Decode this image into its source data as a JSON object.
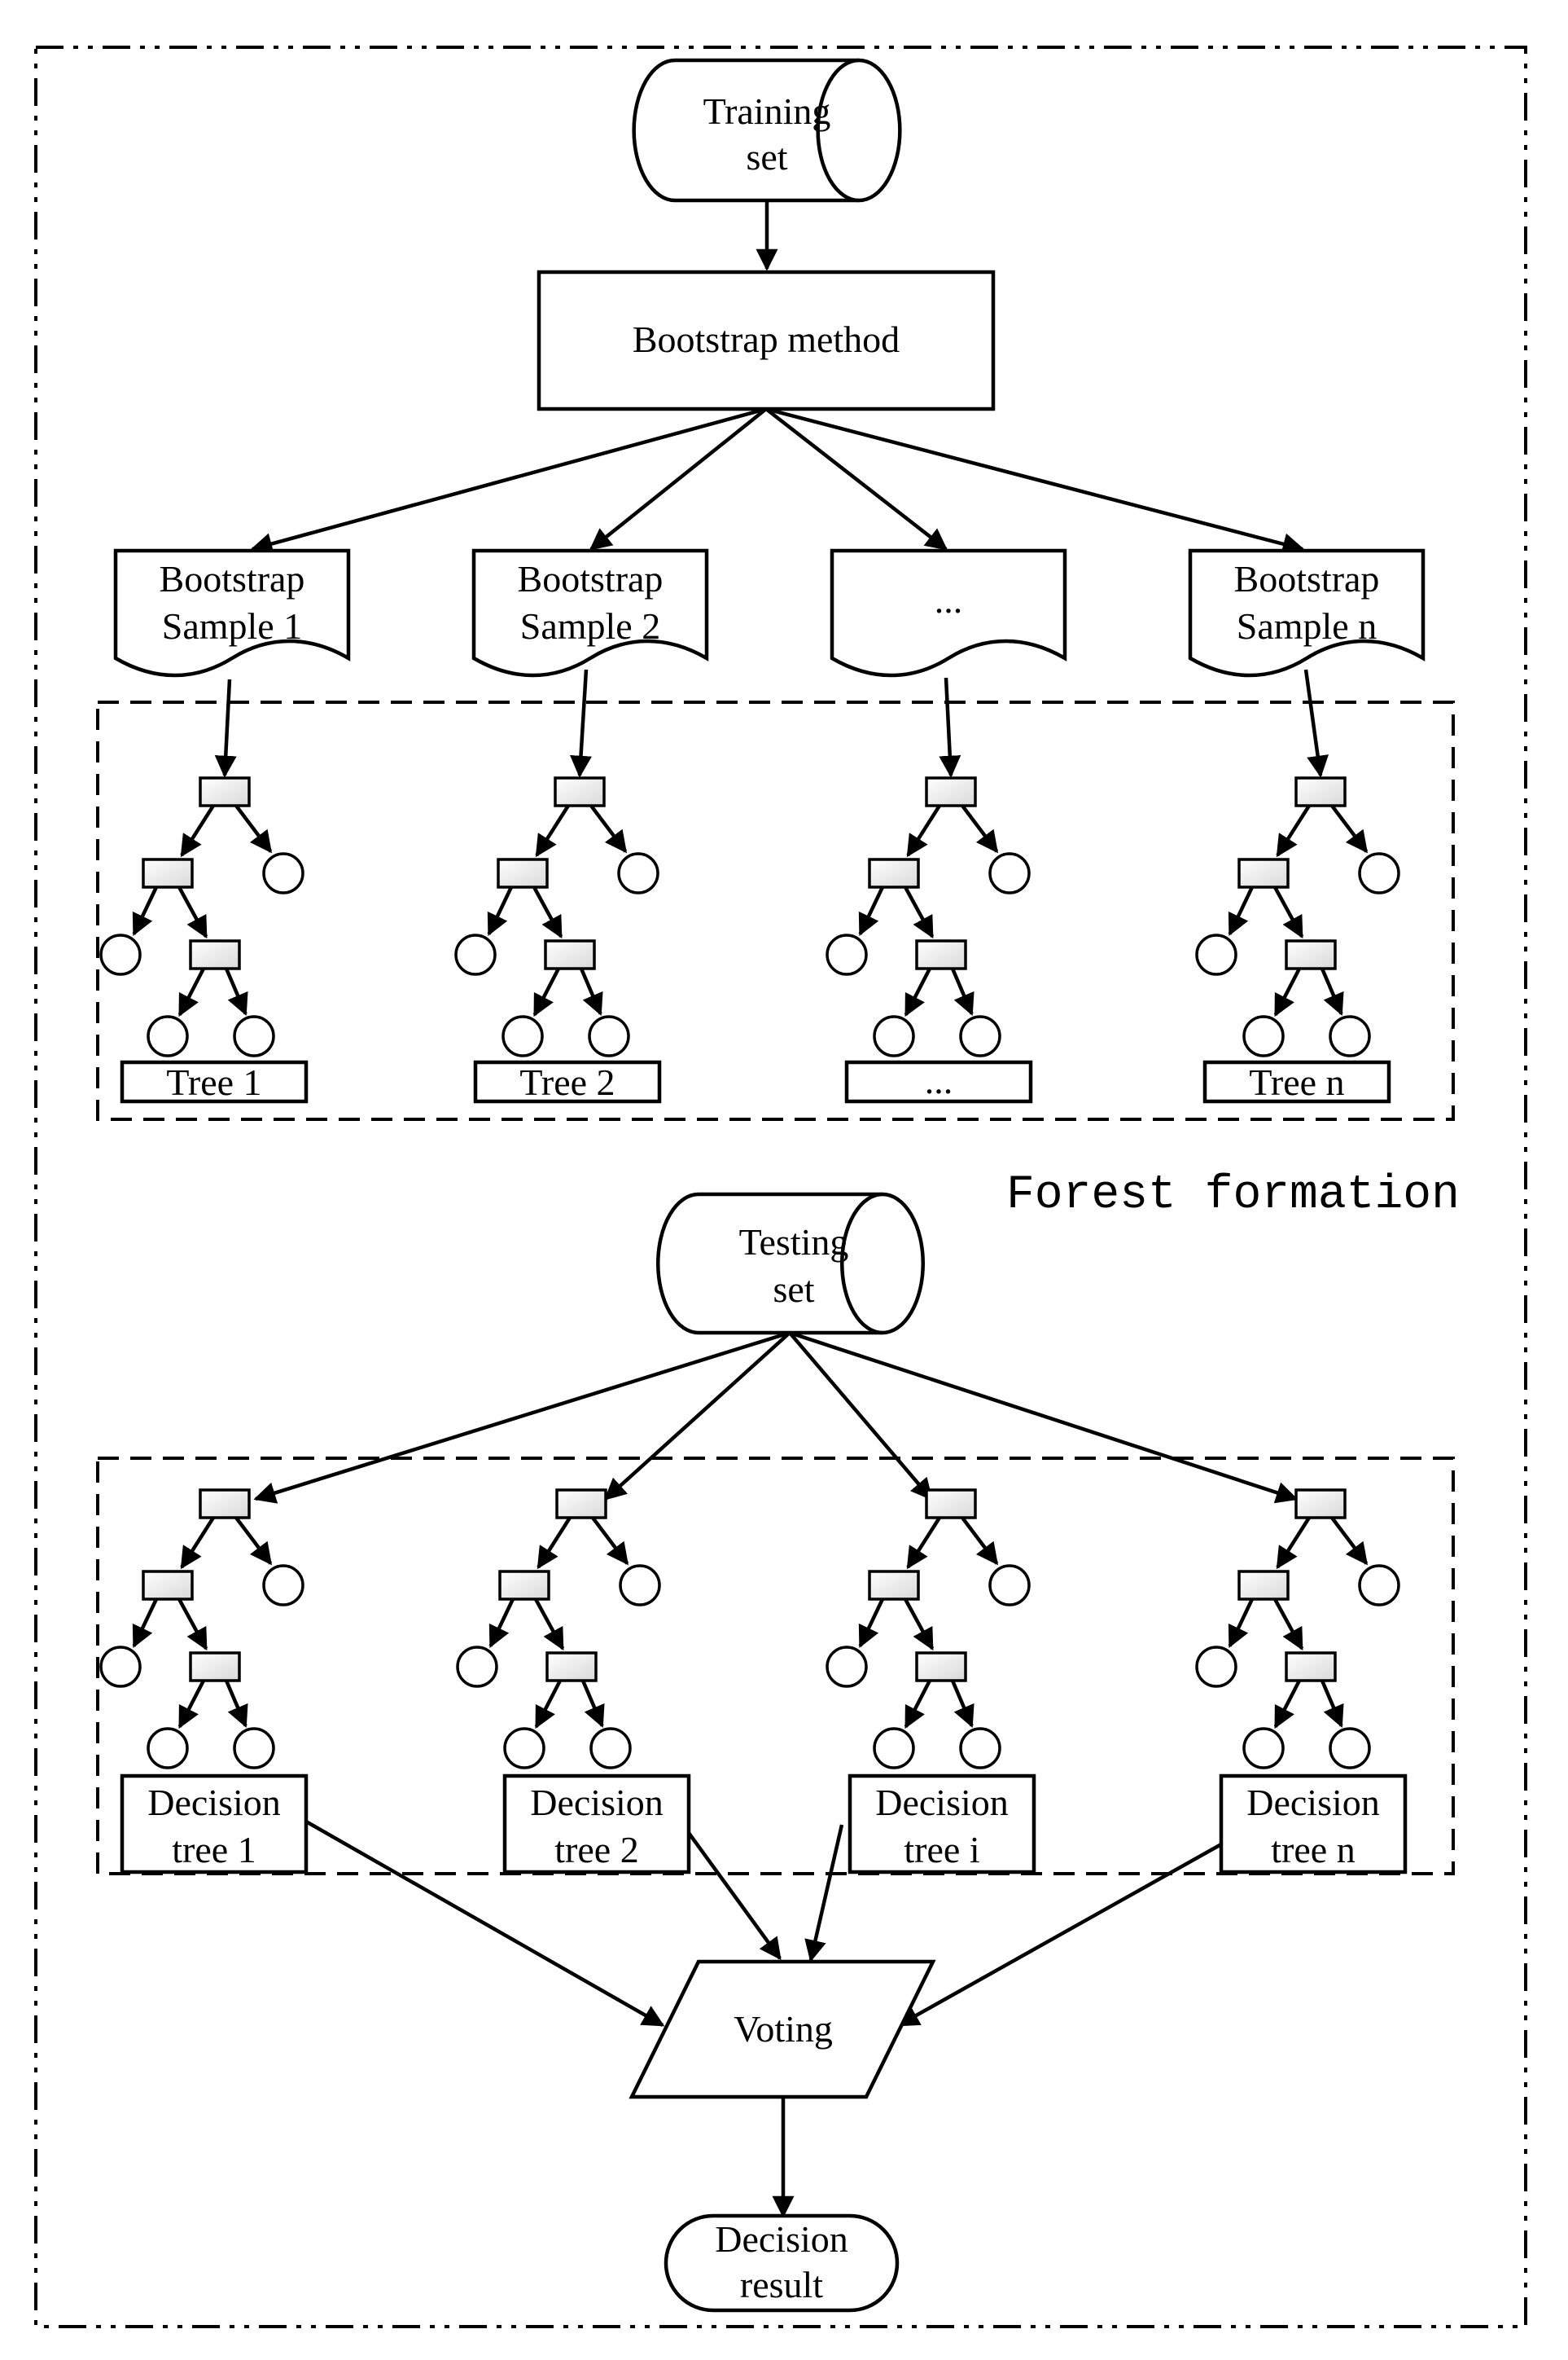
{
  "training_set": [
    "Training",
    "set"
  ],
  "bootstrap_method": "Bootstrap method",
  "samples": [
    [
      "Bootstrap",
      "Sample 1"
    ],
    [
      "Bootstrap",
      "Sample 2"
    ],
    [
      "..."
    ],
    [
      "Bootstrap",
      "Sample n"
    ]
  ],
  "tree_labels": [
    "Tree 1",
    "Tree 2",
    "...",
    "Tree n"
  ],
  "forest_formation_label": "Forest formation",
  "testing_set": [
    "Testing",
    "set"
  ],
  "decision_trees": [
    [
      "Decision",
      "tree 1"
    ],
    [
      "Decision",
      "tree 2"
    ],
    [
      "Decision",
      "tree i"
    ],
    [
      "Decision",
      "tree n"
    ]
  ],
  "voting": "Voting",
  "decision_result": [
    "Decision",
    "result"
  ]
}
